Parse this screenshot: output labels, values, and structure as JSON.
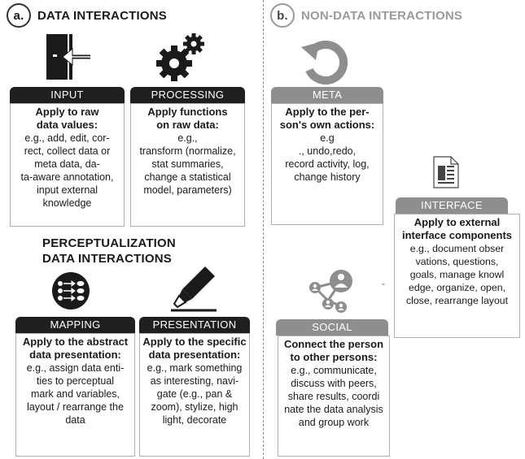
{
  "section_a": {
    "letter": "a.",
    "title": "DATA INTERACTIONS"
  },
  "section_b": {
    "letter": "b.",
    "title": "NON-DATA INTERACTIONS"
  },
  "perceptualization": {
    "line1": "PERCEPTUALIZATION",
    "line2": "DATA INTERACTIONS"
  },
  "input": {
    "label": "INPUT",
    "lead": "Apply to raw\ndata values:",
    "body": "e.g., add, edit, cor-\nrect, collect data or\nmeta data,  da-\nta-aware annotation,\ninput external\nknowledge"
  },
  "processing": {
    "label": "PROCESSING",
    "lead": "Apply functions\non raw data:",
    "body": "e.g.,\ntransform (normalize,\nstat summaries,\nchange a statistical\nmodel,  parameters)"
  },
  "mapping": {
    "label": "MAPPING",
    "lead": "Apply to the abstract\ndata presentation:",
    "body": "e.g., assign data  enti-\nties to perceptual\nmark and  variables,\nlayout / rearrange  the\ndata"
  },
  "presentation": {
    "label": "PRESENTATION",
    "lead": "Apply to the specific\ndata presentation:",
    "body": "e.g., mark something\nas interesting, navi-\ngate (e.g., pan &\nzoom), stylize, high\nlight, decorate"
  },
  "meta": {
    "label": "META",
    "lead": "Apply to the per-\nson's own actions:",
    "body": "e.g\n., undo,redo,\nrecord activity, log,\nchange history"
  },
  "interface": {
    "label": "INTERFACE",
    "lead": "Apply to external\ninterface components",
    "body": "e.g., document obser\nvations, questions,\ngoals, manage  knowl\nedge, organize, open,\nclose,  rearrange layout"
  },
  "social": {
    "label": "SOCIAL",
    "lead": "Connect the person\nto other persons:",
    "body": "e.g., communicate,\ndiscuss with peers,\nshare results,  coordi\nnate the data analysis\nand group work"
  },
  "stray_mark": "-",
  "colors": {
    "dark": "#1f1f1f",
    "gray": "#8e8e8e",
    "border": "#b0b0b0"
  },
  "icons": [
    "enter-door-icon",
    "gears-icon",
    "undo-arrow-icon",
    "document-icon",
    "mapping-circle-icon",
    "highlighter-icon",
    "social-network-icon"
  ]
}
